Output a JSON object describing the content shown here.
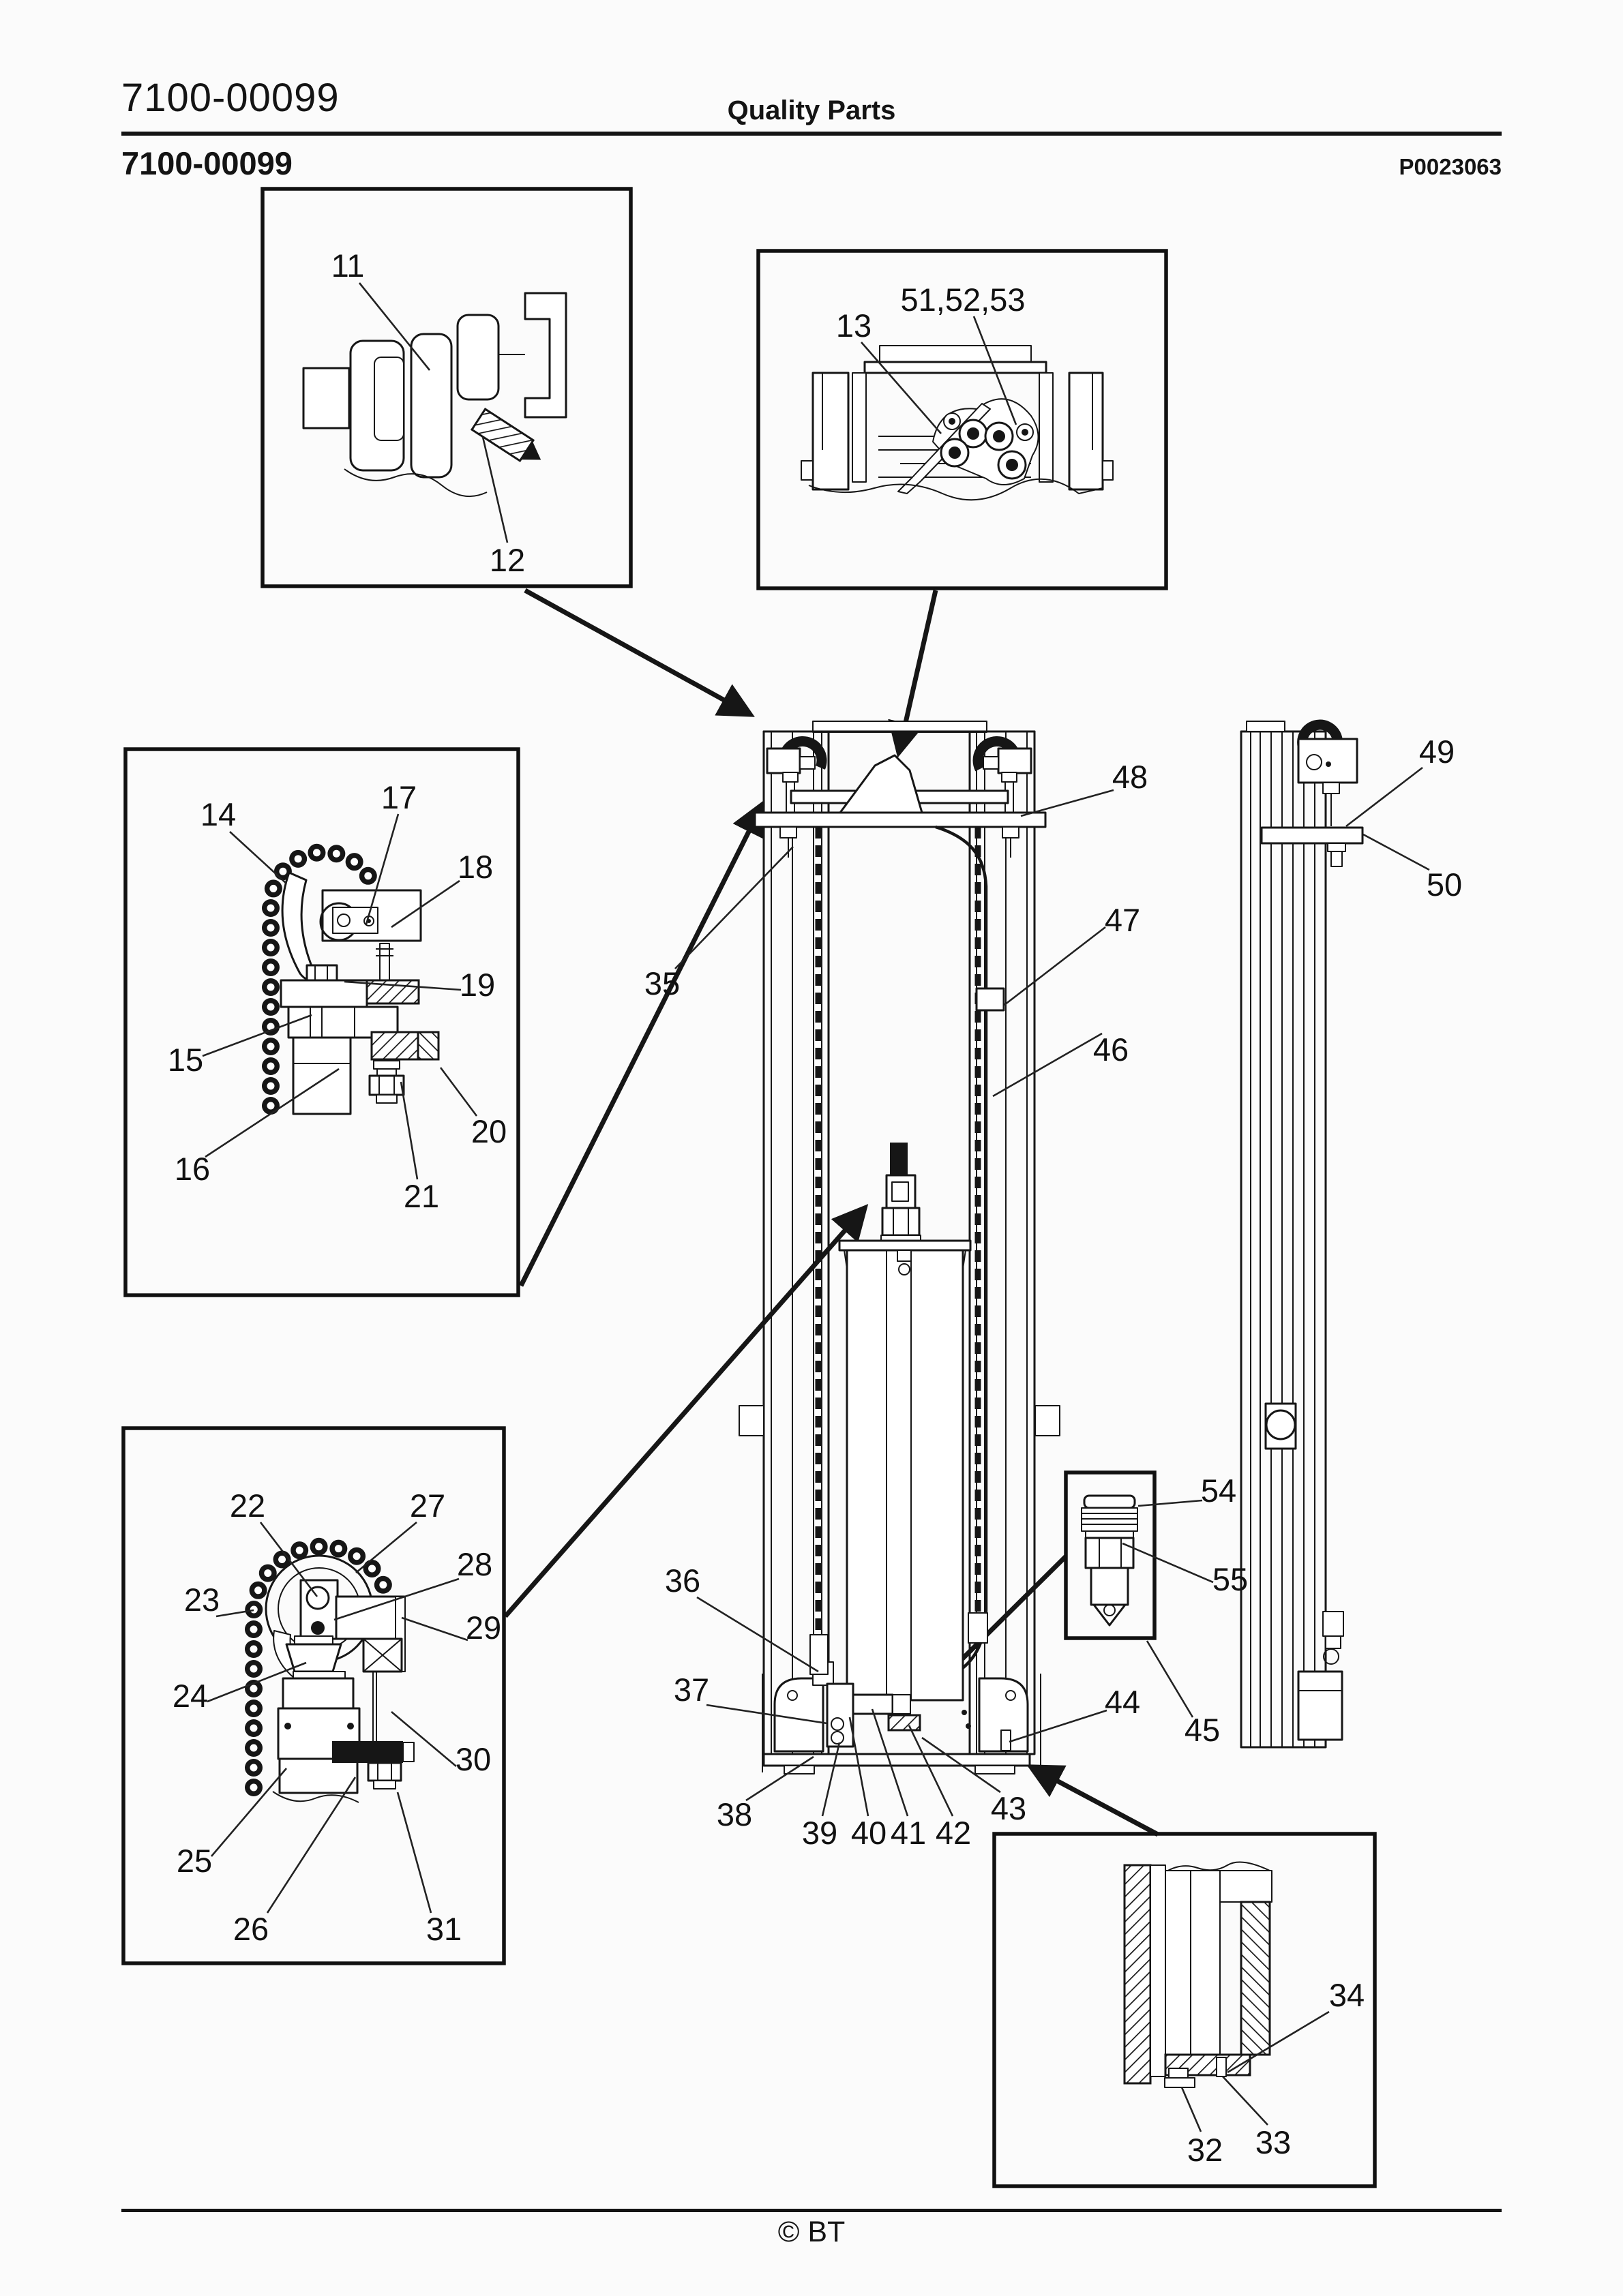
{
  "header": {
    "part_number": "7100-00099",
    "center_title": "Quality Parts",
    "part_number_bold": "7100-00099",
    "doc_code": "P0023063"
  },
  "footer": {
    "copyright": "© BT"
  },
  "callouts": {
    "c11": "11",
    "c12": "12",
    "c13": "13",
    "c51_52_53": "51,52,53",
    "c14": "14",
    "c15": "15",
    "c16": "16",
    "c17": "17",
    "c18": "18",
    "c19": "19",
    "c20": "20",
    "c21": "21",
    "c22": "22",
    "c23": "23",
    "c24": "24",
    "c25": "25",
    "c26": "26",
    "c27": "27",
    "c28": "28",
    "c29": "29",
    "c30": "30",
    "c31": "31",
    "c32": "32",
    "c33": "33",
    "c34": "34",
    "c35": "35",
    "c36": "36",
    "c37": "37",
    "c38": "38",
    "c39": "39",
    "c40": "40",
    "c41": "41",
    "c42": "42",
    "c43": "43",
    "c44": "44",
    "c45": "45",
    "c46": "46",
    "c47": "47",
    "c48": "48",
    "c49": "49",
    "c50": "50",
    "c54": "54",
    "c55": "55"
  }
}
